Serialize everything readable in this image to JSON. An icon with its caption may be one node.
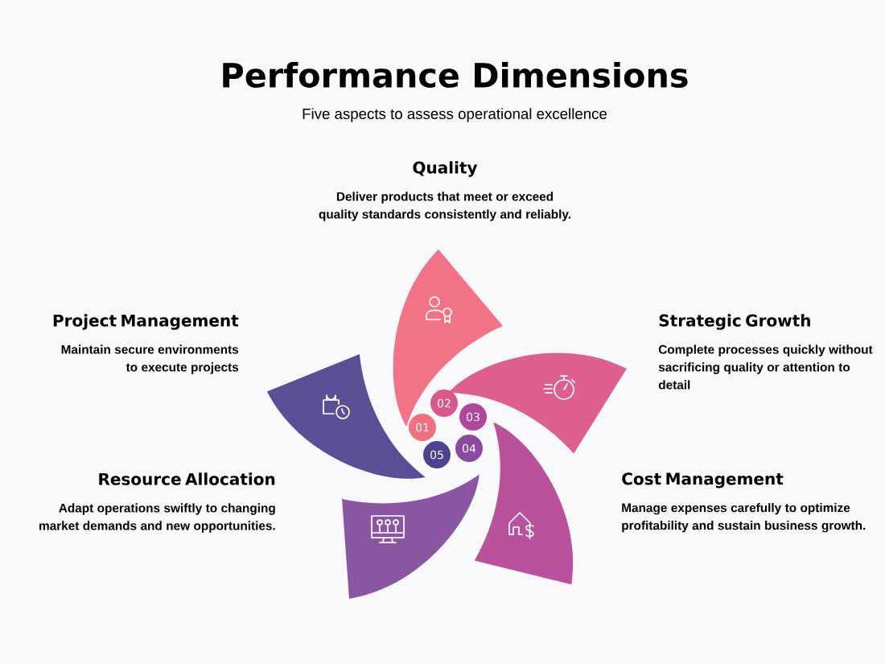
{
  "diagram": {
    "title": "Performance Dimensions",
    "nodes": [
      {
        "text": [
          "Quality",
          "Deliver products that meet or exceed quality standards consistently and reliably."
        ]
      },
      {
        "text": [
          "Project Management",
          "Maintain secure environments to execute projects"
        ]
      },
      {
        "text": [
          "Strategic Growth",
          "Complete processes quickly without sacrificing quality or attention to detail"
        ]
      },
      {
        "text": [
          "Resource Allocation",
          "Adapt operations swiftly to changing market demands and new opportunities."
        ]
      },
      {
        "text": [
          "Cost Management",
          "Manage expenses carefully to optimize profitability and sustain business growth."
        ]
      },
      {
        "text": [
          "01"
        ]
      },
      {
        "text": [
          "02"
        ]
      },
      {
        "text": [
          "03"
        ]
      },
      {
        "text": [
          "04"
        ]
      },
      {
        "text": [
          "05"
        ]
      }
    ],
    "labels": [
      "Five aspects to assess operational excellence"
    ]
  }
}
